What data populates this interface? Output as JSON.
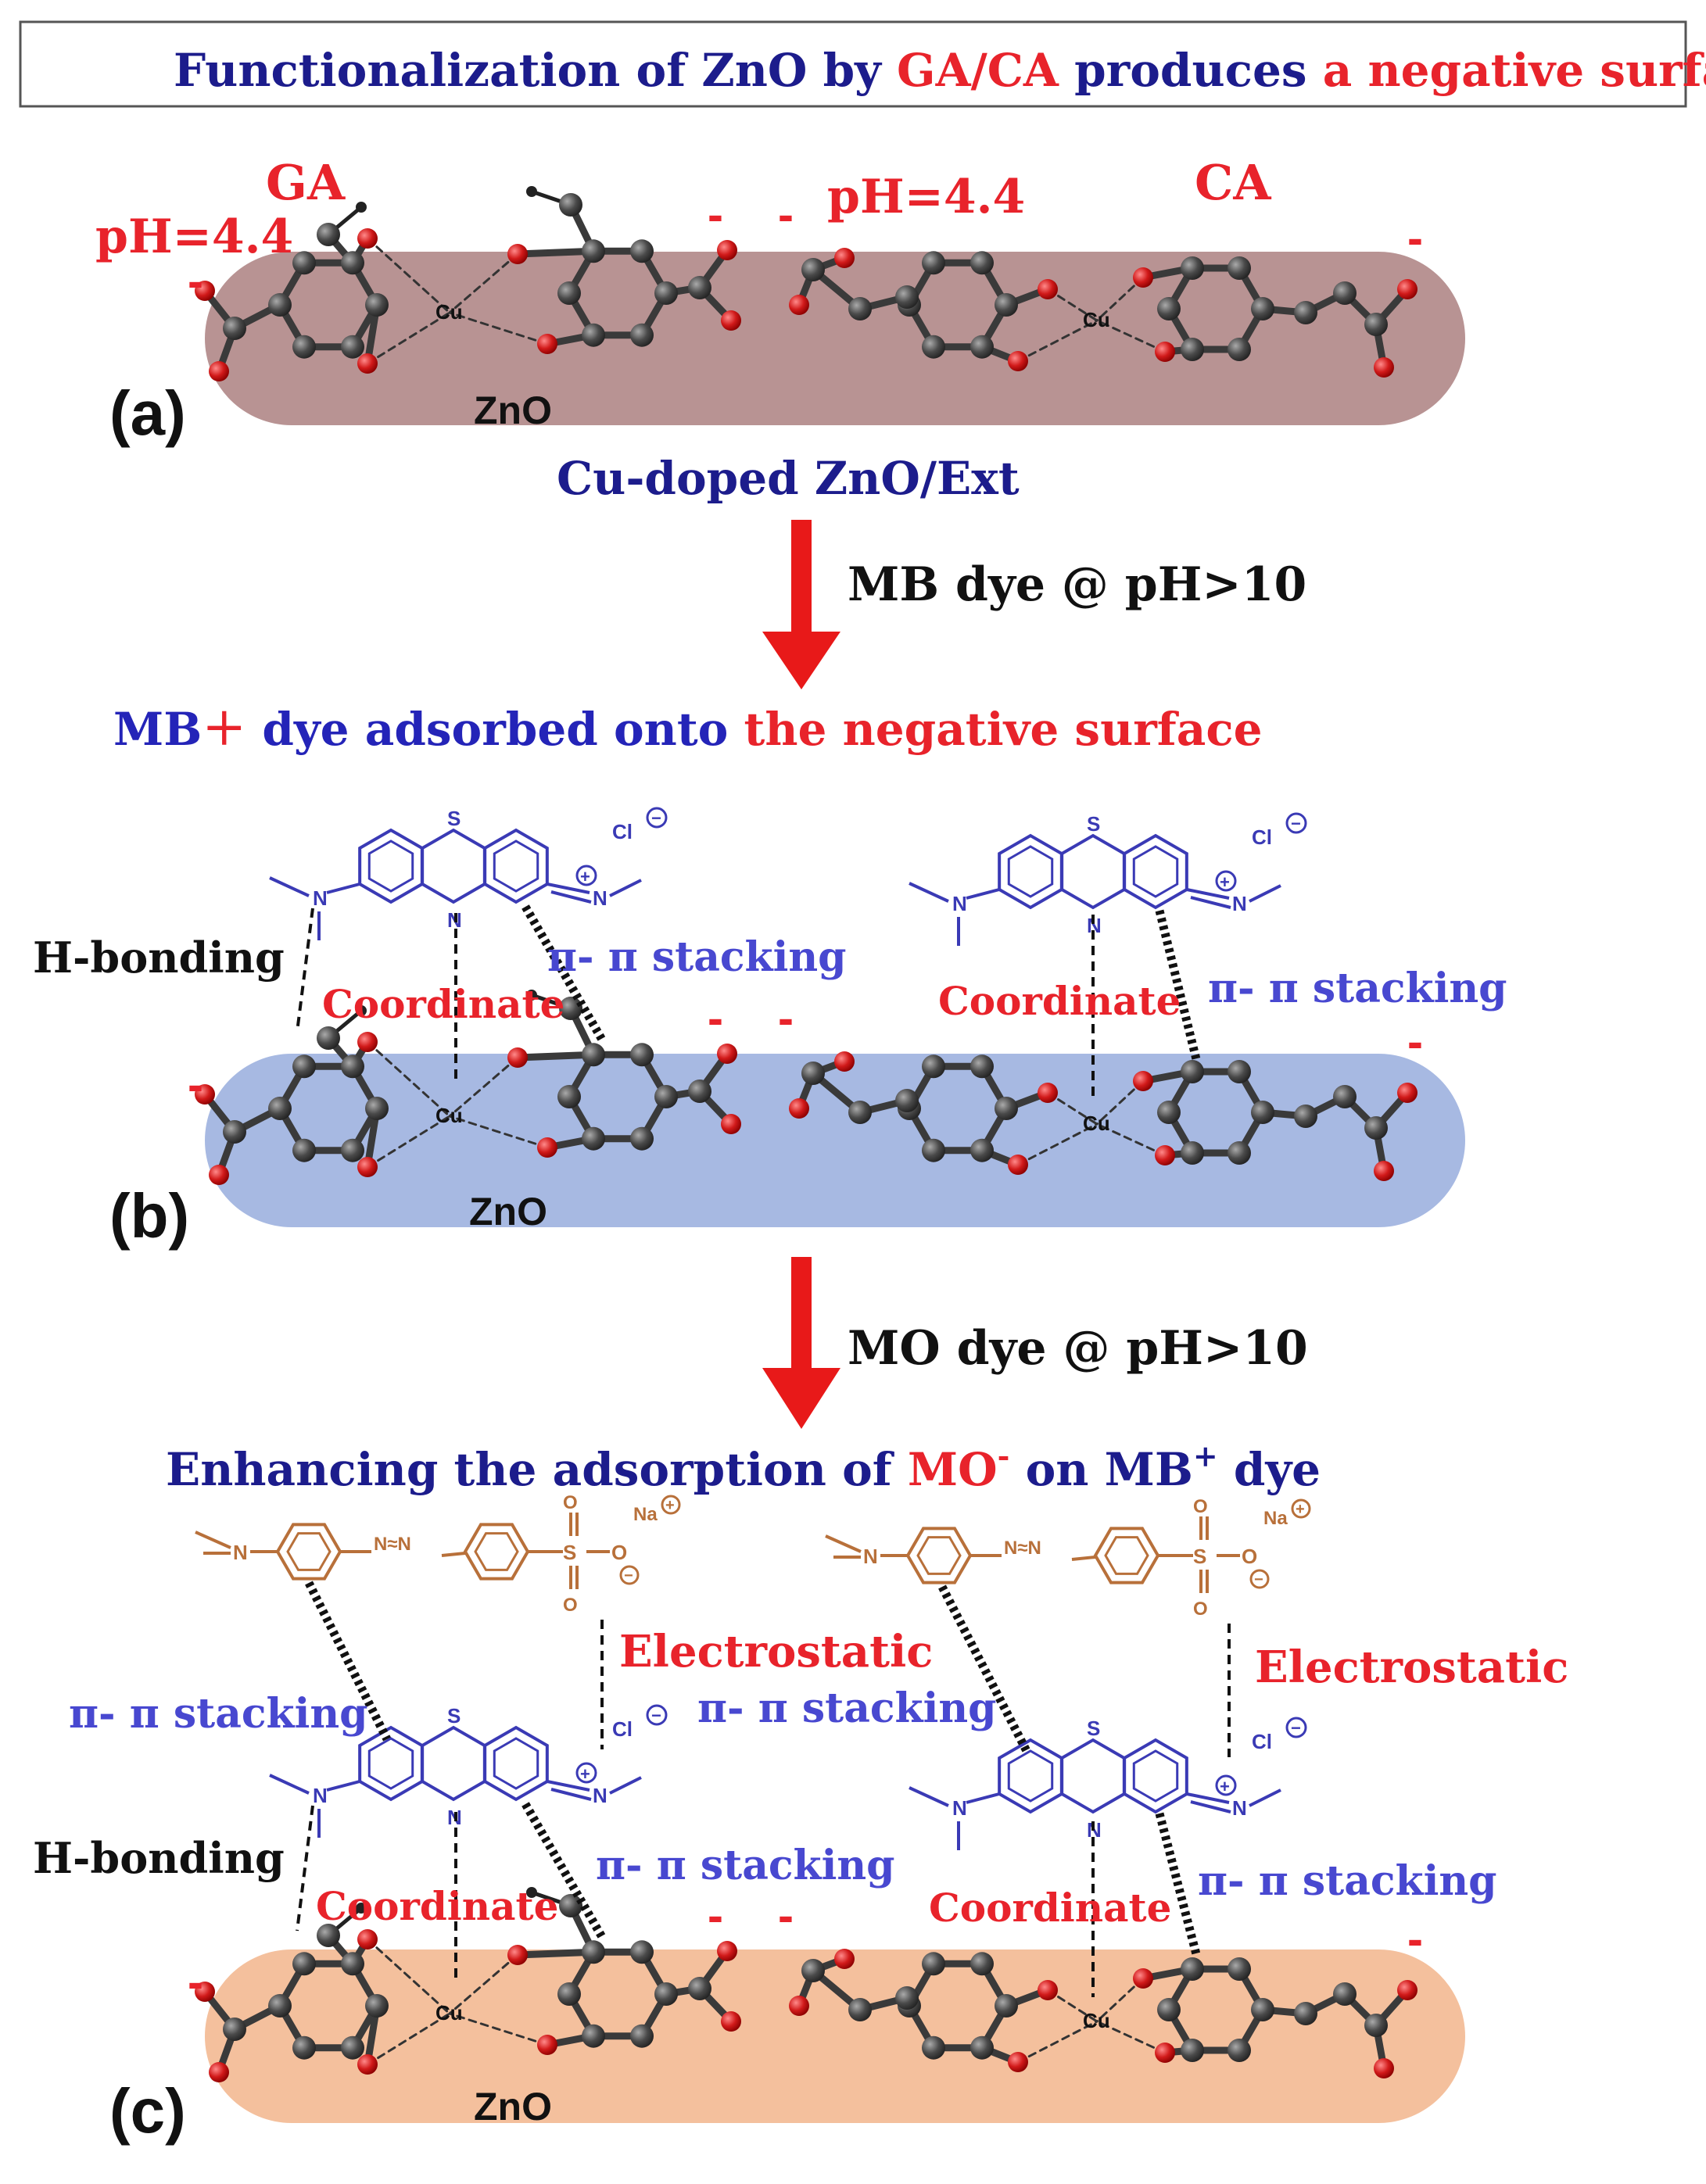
{
  "header": {
    "part1": "Functionalization of ZnO by ",
    "part2": "GA/CA",
    "part3": " produces ",
    "part4": "a negative surface"
  },
  "panel_a": {
    "label": "(a)",
    "ga_label": "GA",
    "ca_label": "CA",
    "ph_left": "pH=4.4",
    "ph_right": "pH=4.4",
    "surface_label": "ZnO",
    "subtitle": "Cu-doped ZnO/Ext",
    "cu_label": "Cu",
    "charge_symbol": "-"
  },
  "step1": {
    "text": "MB dye @ pH>10"
  },
  "panel_b": {
    "label": "(b)",
    "title_part1": "MB",
    "title_plus": "+",
    "title_part2": " dye adsorbed onto ",
    "title_part3": "the negative surface",
    "surface_label": "ZnO",
    "h_bonding": "H-bonding",
    "coordinate": "Coordinate",
    "pi_stacking": "π- π stacking"
  },
  "step2": {
    "text": "MO dye @ pH>10"
  },
  "panel_c": {
    "label": "(c)",
    "title_part1": "Enhancing the adsorption of ",
    "title_mo": "MO",
    "title_mo_sup": "-",
    "title_part2": " on MB",
    "title_mb_sup": "+",
    "title_part3": " dye",
    "surface_label": "ZnO",
    "h_bonding": "H-bonding",
    "coordinate": "Coordinate",
    "pi_stacking": "π- π stacking",
    "electrostatic": "Electrostatic"
  },
  "mb_molecule": {
    "sulfur": "S",
    "nitrogen": "N",
    "chloride": "Cl",
    "minus_charge": "−",
    "plus_charge": "+"
  },
  "mo_molecule": {
    "sodium": "Na",
    "sulfur": "S",
    "oxygen": "O",
    "nitrogen": "N",
    "azo_text": "N≈N"
  },
  "colors": {
    "navy_text": "#1c1c8c",
    "red_text": "#e8232b",
    "blue_text": "#4848d0",
    "black_text": "#111111",
    "arrow": "#e81919",
    "surface_a": "#b89393",
    "surface_b": "#a7b9e2",
    "surface_c": "#f4c09d",
    "atom_carbon": "#555555",
    "atom_oxygen": "#d11a1a",
    "mb_structure": "#3a3ab5",
    "mo_structure": "#b8703a"
  }
}
